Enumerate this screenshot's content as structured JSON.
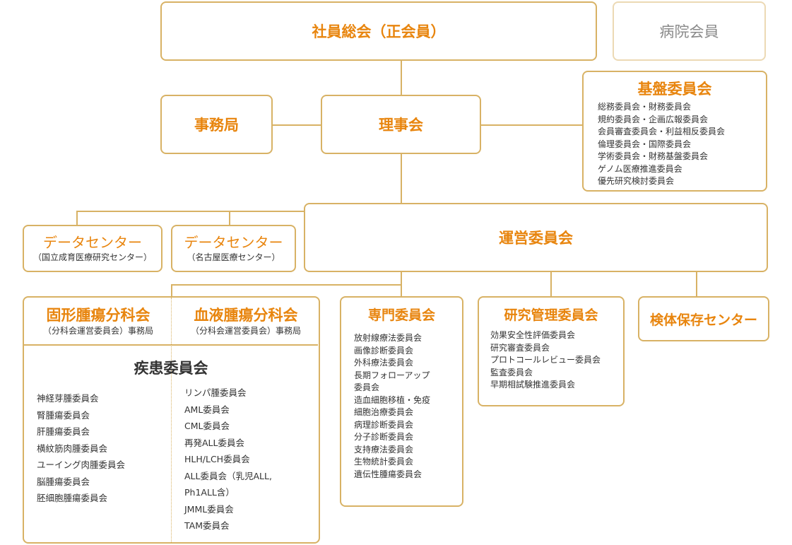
{
  "general_assembly": "社員総会（正会員）",
  "hospital_members": "病院会員",
  "secretariat": "事務局",
  "board": "理事会",
  "foundation_committee": {
    "title": "基盤委員会",
    "items": [
      "総務委員会・財務委員会",
      "規約委員会・企画広報委員会",
      "会員審査委員会・利益相反委員会",
      "倫理委員会・国際委員会",
      "学術委員会・財務基盤委員会",
      "ゲノム医療推進委員会",
      "優先研究検討委員会"
    ]
  },
  "data_center_1": {
    "title": "データセンター",
    "sub": "（国立成育医療研究センター）"
  },
  "data_center_2": {
    "title": "データセンター",
    "sub": "（名古屋医療センター）"
  },
  "steering_committee": "運営委員会",
  "solid_tumor": {
    "title": "固形腫瘍分科会",
    "sub": "（分科会運営委員会）事務局"
  },
  "hematologic_tumor": {
    "title": "血液腫瘍分科会",
    "sub": "（分科会運営委員会）事務局"
  },
  "disease_committee": {
    "title": "疾患委員会",
    "left_items": [
      "神経芽腫委員会",
      "腎腫瘍委員会",
      "肝腫瘍委員会",
      "横紋筋肉腫委員会",
      "ユーイング肉腫委員会",
      "脳腫瘍委員会",
      "胚細胞腫瘍委員会"
    ],
    "right_items": [
      "リンパ腫委員会",
      "AML委員会",
      "CML委員会",
      "再発ALL委員会",
      "HLH/LCH委員会",
      "ALL委員会（乳児ALL,",
      "Ph1ALL含）",
      "JMML委員会",
      "TAM委員会"
    ]
  },
  "specialty_committee": {
    "title": "専門委員会",
    "items": [
      "放射線療法委員会",
      "画像診断委員会",
      "外科療法委員会",
      "長期フォローアップ",
      "委員会",
      "造血細胞移植・免疫",
      "細胞治療委員会",
      "病理診断委員会",
      "分子診断委員会",
      "支持療法委員会",
      "生物統計委員会",
      "遺伝性腫瘍委員会"
    ]
  },
  "research_management": {
    "title": "研究管理委員会",
    "items": [
      "効果安全性評価委員会",
      "研究審査委員会",
      "プロトコールレビュー委員会",
      "監査委員会",
      "早期相試験推進委員会"
    ]
  },
  "biobank": "検体保存センター",
  "colors": {
    "accent": "#e8850e",
    "border": "#d8b265",
    "light_border": "#ecd9b4",
    "gray_text": "#8a8a8a"
  }
}
